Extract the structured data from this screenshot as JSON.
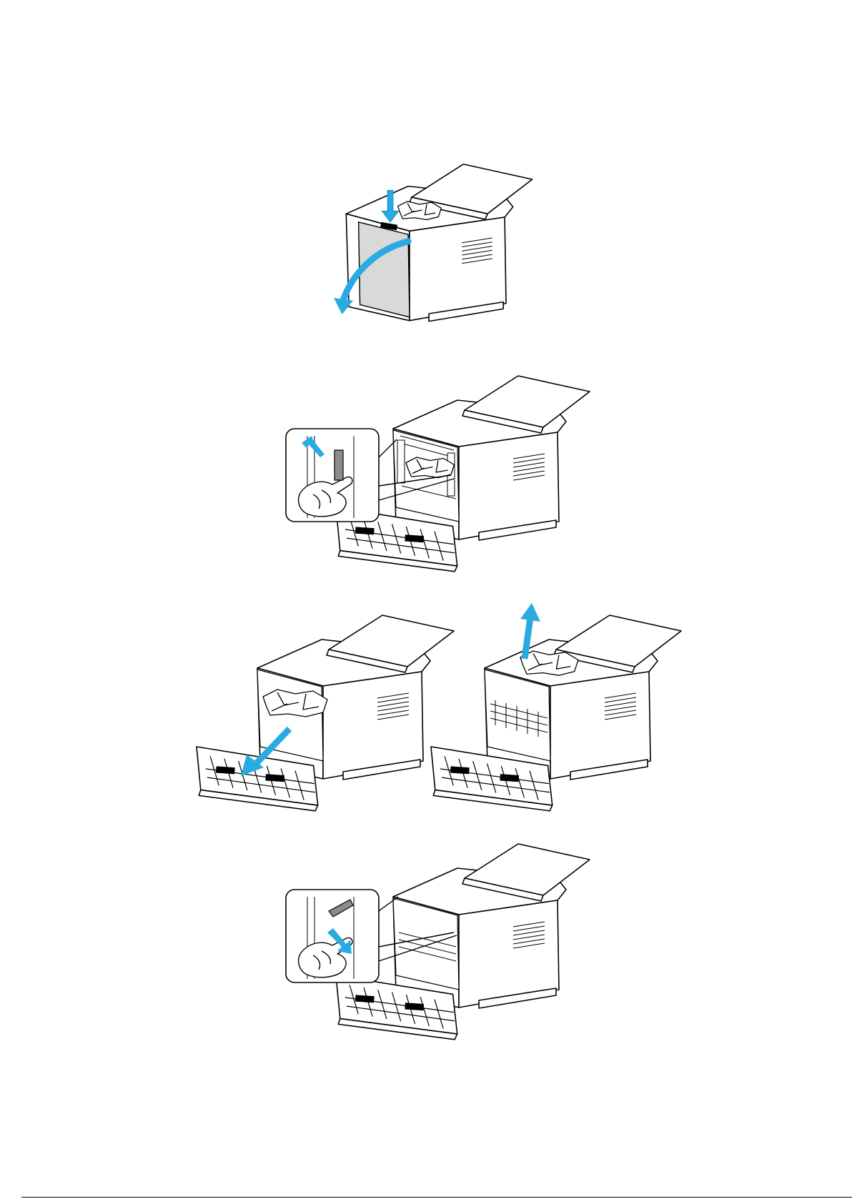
{
  "document": {
    "type": "manual-page",
    "footer_text": "",
    "accent_color": "#29abe2",
    "line_color": "#000000",
    "panel_color": "#d9d9d9"
  },
  "figures": [
    {
      "id": "step-1",
      "caption": "",
      "icons": [
        "printer-icon",
        "paper-tray-icon",
        "jammed-paper-icon",
        "down-arrow-icon",
        "curved-open-arrow-icon"
      ]
    },
    {
      "id": "step-2",
      "caption": "",
      "icons": [
        "printer-icon",
        "inset-callout-icon",
        "hand-icon",
        "lever-up-arrow-icon"
      ]
    },
    {
      "id": "step-3a",
      "caption": "",
      "icons": [
        "printer-icon",
        "jammed-paper-icon",
        "pull-out-arrow-icon"
      ]
    },
    {
      "id": "step-3b",
      "caption": "",
      "icons": [
        "printer-icon",
        "jammed-paper-icon",
        "pull-up-arrow-icon"
      ]
    },
    {
      "id": "step-4",
      "caption": "",
      "icons": [
        "printer-icon",
        "inset-callout-icon",
        "hand-icon",
        "lever-down-arrow-icon"
      ]
    }
  ]
}
